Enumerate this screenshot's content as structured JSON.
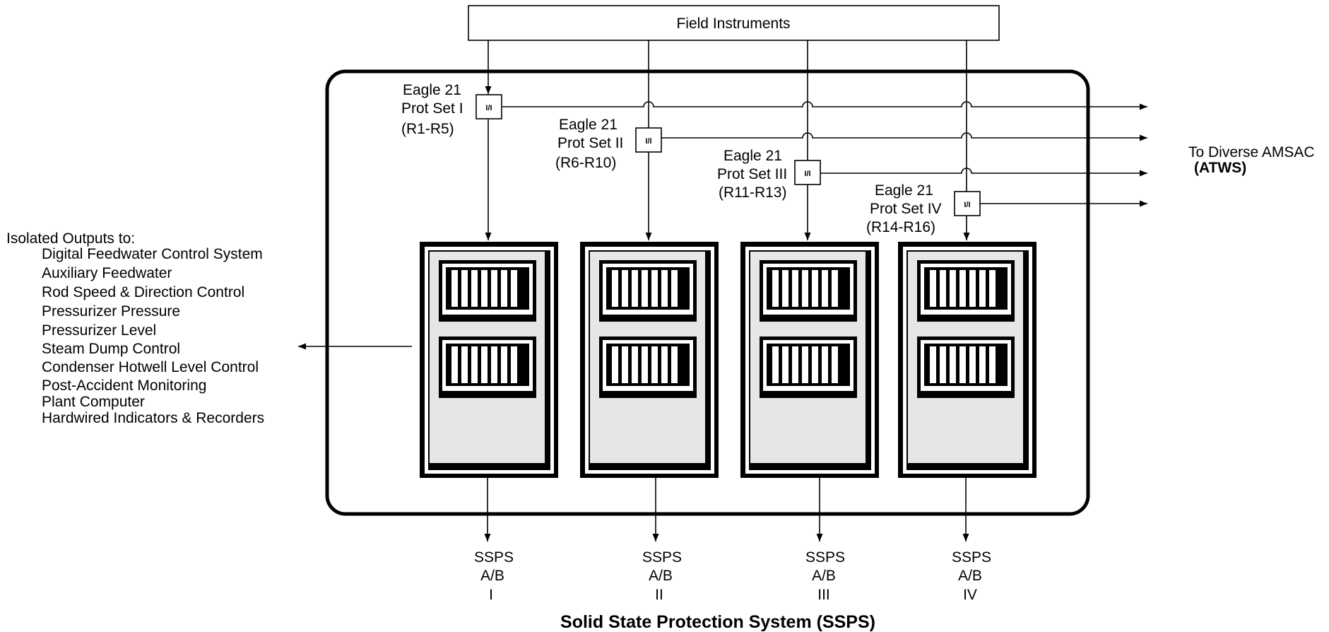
{
  "field_instruments": "Field Instruments",
  "title": "Solid State Protection System (SSPS)",
  "isolator_label": "I/I",
  "prot_sets": [
    {
      "name": "Eagle 21",
      "set": "Prot Set I",
      "range": "(R1-R5)"
    },
    {
      "name": "Eagle 21",
      "set": "Prot Set II",
      "range": "(R6-R10)"
    },
    {
      "name": "Eagle 21",
      "set": "Prot Set III",
      "range": "(R11-R13)"
    },
    {
      "name": "Eagle 21",
      "set": "Prot Set IV",
      "range": "(R14-R16)"
    }
  ],
  "amsac": {
    "line1": "To Diverse AMSAC",
    "line2": "(ATWS)"
  },
  "isolated_outputs": {
    "heading": "Isolated Outputs to:",
    "items": [
      "Digital Feedwater Control System",
      "Auxiliary Feedwater",
      "Rod Speed & Direction Control",
      "Pressurizer Pressure",
      "Pressurizer Level",
      "Steam Dump Control",
      "Condenser Hotwell Level Control",
      "Post-Accident Monitoring",
      "Plant Computer",
      "Hardwired Indicators & Recorders"
    ]
  },
  "ssps_outputs": [
    {
      "l1": "SSPS",
      "l2": "A/B",
      "l3": "I"
    },
    {
      "l1": "SSPS",
      "l2": "A/B",
      "l3": "II"
    },
    {
      "l1": "SSPS",
      "l2": "A/B",
      "l3": "III"
    },
    {
      "l1": "SSPS",
      "l2": "A/B",
      "l3": "IV"
    }
  ]
}
